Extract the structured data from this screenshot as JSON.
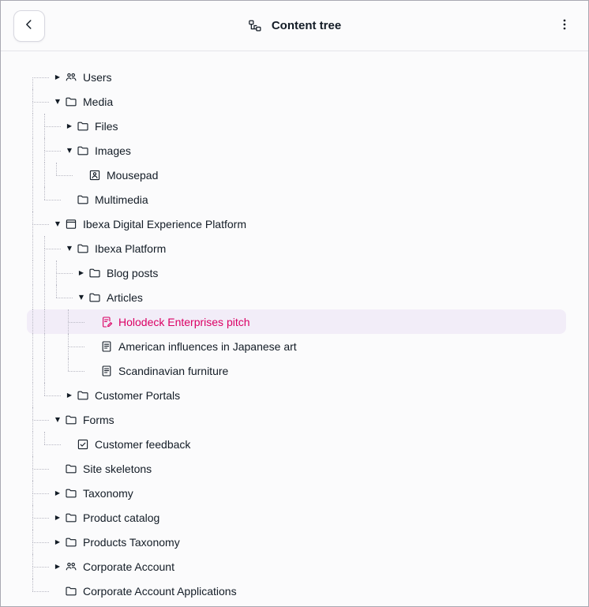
{
  "header": {
    "title": "Content tree"
  },
  "colors": {
    "accent_pink": "#db0064",
    "selected_row_bg": "#f2edf8",
    "text": "#131c26",
    "guide": "#b9b9c4"
  },
  "icons": {
    "header_title_icon": "content-tree-icon",
    "header_back_icon": "chevron-left-icon",
    "header_menu_icon": "kebab-menu-icon"
  },
  "tree": {
    "items": [
      {
        "label": "Users",
        "level": 0,
        "state": "collapsed",
        "icon": "users-icon",
        "selected": false
      },
      {
        "label": "Media",
        "level": 0,
        "state": "expanded",
        "icon": "folder-icon",
        "selected": false
      },
      {
        "label": "Files",
        "level": 1,
        "state": "collapsed",
        "icon": "folder-icon",
        "selected": false
      },
      {
        "label": "Images",
        "level": 1,
        "state": "expanded",
        "icon": "folder-icon",
        "selected": false
      },
      {
        "label": "Mousepad",
        "level": 2,
        "state": "leaf",
        "icon": "image-icon",
        "selected": false
      },
      {
        "label": "Multimedia",
        "level": 1,
        "state": "leaf",
        "icon": "folder-icon",
        "selected": false
      },
      {
        "label": "Ibexa Digital Experience Platform",
        "level": 0,
        "state": "expanded",
        "icon": "site-icon",
        "selected": false
      },
      {
        "label": "Ibexa Platform",
        "level": 1,
        "state": "expanded",
        "icon": "folder-icon",
        "selected": false
      },
      {
        "label": "Blog posts",
        "level": 2,
        "state": "collapsed",
        "icon": "folder-icon",
        "selected": false
      },
      {
        "label": "Articles",
        "level": 2,
        "state": "expanded",
        "icon": "folder-icon",
        "selected": false
      },
      {
        "label": "Holodeck Enterprises pitch",
        "level": 3,
        "state": "leaf",
        "icon": "article-edit-icon",
        "selected": true
      },
      {
        "label": "American influences in Japanese art",
        "level": 3,
        "state": "leaf",
        "icon": "article-icon",
        "selected": false
      },
      {
        "label": "Scandinavian furniture",
        "level": 3,
        "state": "leaf",
        "icon": "article-icon",
        "selected": false
      },
      {
        "label": "Customer Portals",
        "level": 1,
        "state": "collapsed",
        "icon": "folder-icon",
        "selected": false
      },
      {
        "label": "Forms",
        "level": 0,
        "state": "expanded",
        "icon": "folder-icon",
        "selected": false
      },
      {
        "label": "Customer feedback",
        "level": 1,
        "state": "leaf",
        "icon": "form-icon",
        "selected": false
      },
      {
        "label": "Site skeletons",
        "level": 0,
        "state": "leaf",
        "icon": "folder-icon",
        "selected": false
      },
      {
        "label": "Taxonomy",
        "level": 0,
        "state": "collapsed",
        "icon": "folder-icon",
        "selected": false
      },
      {
        "label": "Product catalog",
        "level": 0,
        "state": "collapsed",
        "icon": "folder-icon",
        "selected": false
      },
      {
        "label": "Products Taxonomy",
        "level": 0,
        "state": "collapsed",
        "icon": "folder-icon",
        "selected": false
      },
      {
        "label": "Corporate Account",
        "level": 0,
        "state": "collapsed",
        "icon": "users-icon",
        "selected": false
      },
      {
        "label": "Corporate Account Applications",
        "level": 0,
        "state": "leaf",
        "icon": "folder-icon",
        "selected": false
      }
    ]
  }
}
